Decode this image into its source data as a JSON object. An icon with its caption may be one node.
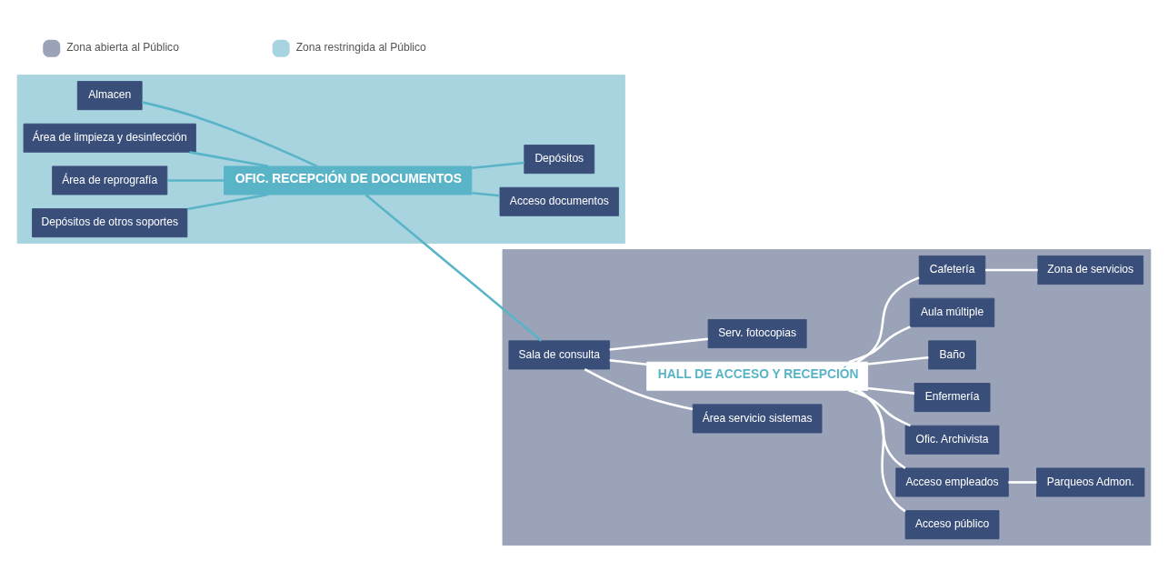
{
  "diagram": {
    "nodes": [
      {
        "text": [],
        "shape": "box"
      },
      {
        "text": [],
        "shape": "box"
      },
      {
        "text": [
          "Acceso documentos"
        ],
        "in": 0
      },
      {
        "text": [
          "Almacen"
        ],
        "in": 0
      },
      {
        "text": [
          "Área de limpieza y desinfección"
        ],
        "in": 0
      },
      {
        "text": [
          "OFIC. RECEPCIÓN DE DOCUMENTOS"
        ],
        "in": 0
      },
      {
        "text": [
          "Área de reprografía"
        ],
        "in": 0
      },
      {
        "text": [
          "Depósitos de otros soportes"
        ],
        "in": 0
      },
      {
        "text": [
          "Depósitos"
        ],
        "in": 0
      },
      {
        "text": [
          "Acceso público"
        ],
        "in": 1
      },
      {
        "text": [
          "Acceso empleados"
        ],
        "in": 1
      },
      {
        "text": [
          "Área servicio sistemas"
        ],
        "in": 1
      },
      {
        "text": [
          "Parqueos Admon."
        ],
        "in": 1
      },
      {
        "text": [
          "Sala de consulta"
        ],
        "in": 1
      },
      {
        "text": [
          "HALL DE ACCESO Y RECEPCIÓN"
        ],
        "in": 1
      },
      {
        "text": [
          "Ofic. Archivista"
        ],
        "in": 1
      },
      {
        "text": [
          "Serv. fotocopias"
        ],
        "in": 1
      },
      {
        "text": [
          "Enfermería"
        ],
        "in": 1
      },
      {
        "text": [
          "Baño"
        ],
        "in": 1
      },
      {
        "text": [
          "Aula múltiple"
        ],
        "in": 1
      },
      {
        "text": [
          "Cafetería"
        ],
        "in": 1
      },
      {
        "text": [
          "Zona de servicios"
        ],
        "in": 1
      }
    ],
    "edges": [
      {
        "from": 3,
        "to": 5,
        "arrow": "none",
        "color": "#5ab4c8"
      },
      {
        "from": 4,
        "to": 5,
        "arrow": "none",
        "color": "#5ab4c8"
      },
      {
        "from": 6,
        "to": 5,
        "arrow": "none",
        "color": "#5ab4c8"
      },
      {
        "from": 7,
        "to": 5,
        "arrow": "none",
        "color": "#5ab4c8"
      },
      {
        "from": 5,
        "to": 2,
        "arrow": "none",
        "color": "#5ab4c8"
      },
      {
        "from": 5,
        "to": 8,
        "arrow": "none",
        "color": "#5ab4c8"
      },
      {
        "from": 5,
        "to": 13,
        "arrow": "none",
        "color": "#5ab4c8"
      },
      {
        "from": 13,
        "to": 11,
        "arrow": "none"
      },
      {
        "from": 13,
        "to": 16,
        "arrow": "none"
      },
      {
        "from": 13,
        "to": 14,
        "arrow": "none"
      },
      {
        "from": 14,
        "to": 9,
        "arrow": "none"
      },
      {
        "from": 14,
        "to": 10,
        "arrow": "none"
      },
      {
        "from": 10,
        "to": 12,
        "arrow": "none"
      },
      {
        "from": 14,
        "to": 15,
        "arrow": "none"
      },
      {
        "from": 14,
        "to": 17,
        "arrow": "none"
      },
      {
        "from": 14,
        "to": 19,
        "arrow": "none"
      },
      {
        "from": 14,
        "to": 20,
        "arrow": "none"
      },
      {
        "from": 14,
        "to": 18,
        "arrow": "none"
      },
      {
        "from": 20,
        "to": 21,
        "arrow": "none"
      }
    ],
    "legend": [
      {
        "text": "Zona abierta al Público",
        "color": "#9aa3b8"
      },
      {
        "text": "Zona restringida al Público",
        "color": "#a8d4e0"
      }
    ]
  }
}
